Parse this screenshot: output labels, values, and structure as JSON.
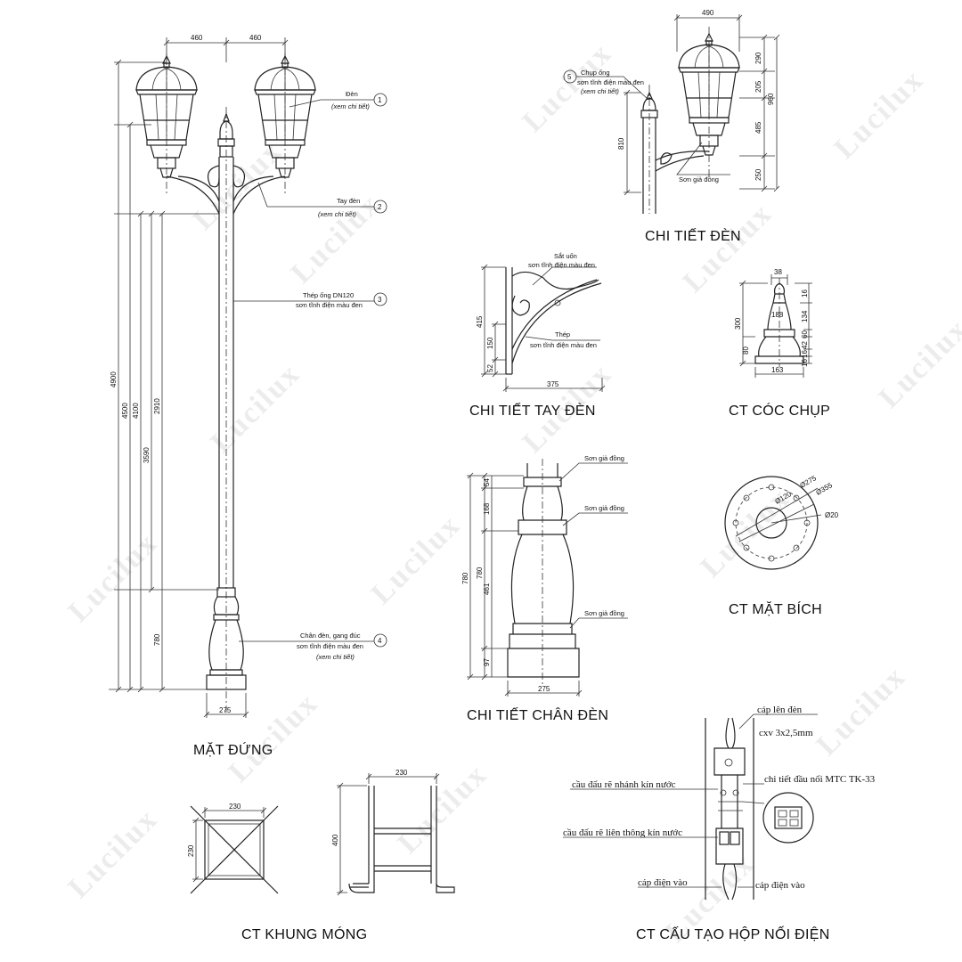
{
  "watermark": {
    "text": "Lucilux"
  },
  "views": {
    "elevation": {
      "title": "MẶT ĐỨNG",
      "dims": {
        "top_left": "460",
        "top_right": "460",
        "h1": "4900",
        "h2": "4500",
        "h3": "4100",
        "h4": "3590",
        "h5": "2910",
        "h6": "780",
        "base": "275"
      },
      "callouts": [
        {
          "num": "1",
          "line1": "Đèn",
          "line2": "(xem chi tiết)"
        },
        {
          "num": "2",
          "line1": "Tay đèn",
          "line2": "(xem chi tiết)"
        },
        {
          "num": "3",
          "line1": "Thép ống DN120",
          "line2": "sơn tĩnh điện màu đen"
        },
        {
          "num": "4",
          "line1": "Chân đèn, gang đúc",
          "line2": "sơn tĩnh điện màu đen",
          "line3": "(xem chi tiết)"
        }
      ]
    },
    "lamp_detail": {
      "title": "CHI TIẾT ĐÈN",
      "dims": {
        "width": "490",
        "d1": "290",
        "d2": "205",
        "d3": "960",
        "d4": "485",
        "d5": "250",
        "pole": "810"
      },
      "callout": {
        "num": "5",
        "line1": "Chụp ống",
        "line2": "sơn tĩnh điện màu đen",
        "line3": "(xem chi tiết)"
      },
      "note_bottom": "Sơn giả đồng"
    },
    "arm_detail": {
      "title": "CHI TIẾT TAY ĐÈN",
      "dims": {
        "h_total": "415",
        "h_mid": "150",
        "h_low": "52",
        "width": "375"
      },
      "note_top_1": "Sắt uốn",
      "note_top_2": "sơn tĩnh điện màu đen",
      "note_bot_1": "Thép",
      "note_bot_2": "sơn tĩnh điện màu đen"
    },
    "cap_detail": {
      "title": "CT CÓC CHỤP",
      "dims": {
        "top": "38",
        "d_mid": "188",
        "h_total": "300",
        "h_a": "134",
        "h_b": "80",
        "d_base": "163",
        "s1": "16",
        "s2": "60",
        "s3": "42",
        "s4": "16",
        "s5": "16"
      }
    },
    "base_detail": {
      "title": "CHI TIẾT CHÂN ĐÈN",
      "dims": {
        "h_total": "780",
        "h_inner": "780",
        "h_54": "54",
        "h_168": "168",
        "h_461": "461",
        "h_97": "97",
        "width": "275"
      },
      "note": "Sơn giả đồng"
    },
    "flange_detail": {
      "title": "CT MẶT BÍCH",
      "dims": {
        "d1": "Ø120",
        "d2": "Ø275",
        "d3": "Ø355",
        "hole": "Ø20"
      }
    },
    "foundation_detail": {
      "title": "CT KHUNG MÓNG",
      "dims": {
        "plan_w": "230",
        "plan_h": "230",
        "elev_w": "230",
        "elev_h": "400"
      }
    },
    "junction_detail": {
      "title": "CT CẤU TẠO HỘP NỐI ĐIỆN",
      "labels": {
        "cable_up": "cáp lên đèn",
        "cable_spec": "cxv 3x2,5mm",
        "branch": "cầu đấu rẽ nhánh kín nước",
        "mtc": "chi tiết đầu nối MTC TK-33",
        "through": "cầu đấu rẽ liên thông kín nước",
        "cable_in_left": "cáp điện vào",
        "cable_in_right": "cáp điện vào"
      }
    }
  }
}
